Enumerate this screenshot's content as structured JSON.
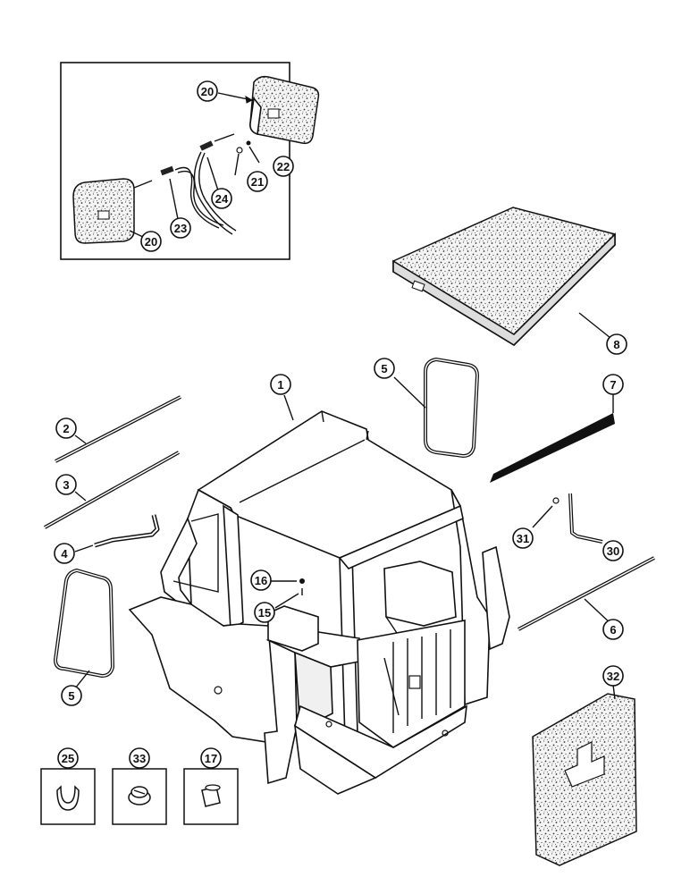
{
  "callouts": {
    "c20a": "20",
    "c21": "21",
    "c22": "22",
    "c24": "24",
    "c23": "23",
    "c20b": "20",
    "c8": "8",
    "c1": "1",
    "c5a": "5",
    "c7": "7",
    "c2": "2",
    "c3": "3",
    "c4": "4",
    "c31": "31",
    "c30": "30",
    "c16": "16",
    "c15": "15",
    "c6": "6",
    "c5b": "5",
    "c32": "32",
    "c25": "25",
    "c33": "33",
    "c17": "17"
  }
}
